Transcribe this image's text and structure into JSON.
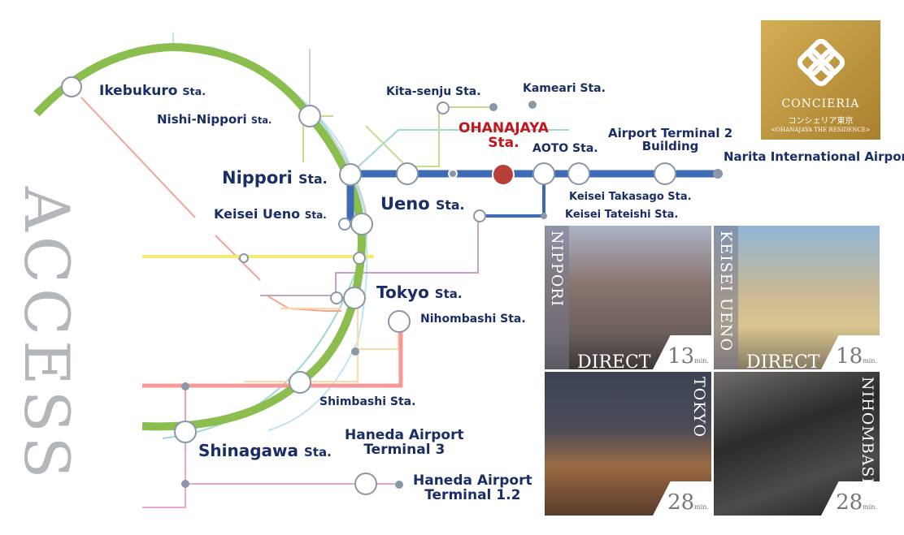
{
  "heading": "ACCESS",
  "logo": {
    "name": "CONCIERIA",
    "japanese": "コンシェリア東京",
    "subtitle": "<OHANAJAYA THE RESIDENCE>"
  },
  "stations": {
    "ikebukuro": {
      "name": "Ikebukuro",
      "suffix": "Sta."
    },
    "nishi_nippori": {
      "name": "Nishi-Nippori",
      "suffix": "Sta."
    },
    "nippori": {
      "name": "Nippori",
      "suffix": "Sta."
    },
    "keisei_ueno": {
      "name": "Keisei Ueno",
      "suffix": "Sta."
    },
    "ueno": {
      "name": "Ueno",
      "suffix": "Sta."
    },
    "tokyo": {
      "name": "Tokyo",
      "suffix": "Sta."
    },
    "nihombashi": {
      "name": "Nihombashi Sta."
    },
    "shimbashi": {
      "name": "Shimbashi Sta."
    },
    "shinagawa": {
      "name": "Shinagawa",
      "suffix": "Sta."
    },
    "haneda_t3": {
      "line1": "Haneda Airport",
      "line2": "Terminal 3"
    },
    "haneda_t12": {
      "line1": "Haneda Airport",
      "line2": "Terminal 1.2"
    },
    "kita_senju": {
      "name": "Kita-senju Sta."
    },
    "kameari": {
      "name": "Kameari Sta."
    },
    "ohanajaya": {
      "line1": "OHANAJAYA",
      "line2": "Sta."
    },
    "aoto": {
      "name": "AOTO Sta."
    },
    "airport_t2": {
      "line1": "Airport Terminal 2",
      "line2": "Building"
    },
    "narita": {
      "name": "Narita International Airport"
    },
    "keisei_takasago": {
      "name": "Keisei Takasago Sta."
    },
    "keisei_tateishi": {
      "name": "Keisei Tateishi Sta."
    }
  },
  "photos": [
    {
      "title": "NIPPORI",
      "label": "DIRECT",
      "minutes": "13",
      "unit": "min."
    },
    {
      "title": "KEISEI UENO",
      "label": "DIRECT",
      "minutes": "18",
      "unit": "min."
    },
    {
      "title": "TOKYO",
      "minutes": "28",
      "unit": "min."
    },
    {
      "title": "NIHOMBASHI",
      "minutes": "28",
      "unit": "min."
    }
  ],
  "colors": {
    "yamanote": "#8bbd4f",
    "keisei": "#3d6cb5",
    "highlight": "#b8403a",
    "text": "#1a2d66",
    "accent_text": "#c0161c",
    "logo": "#bf9a45"
  }
}
